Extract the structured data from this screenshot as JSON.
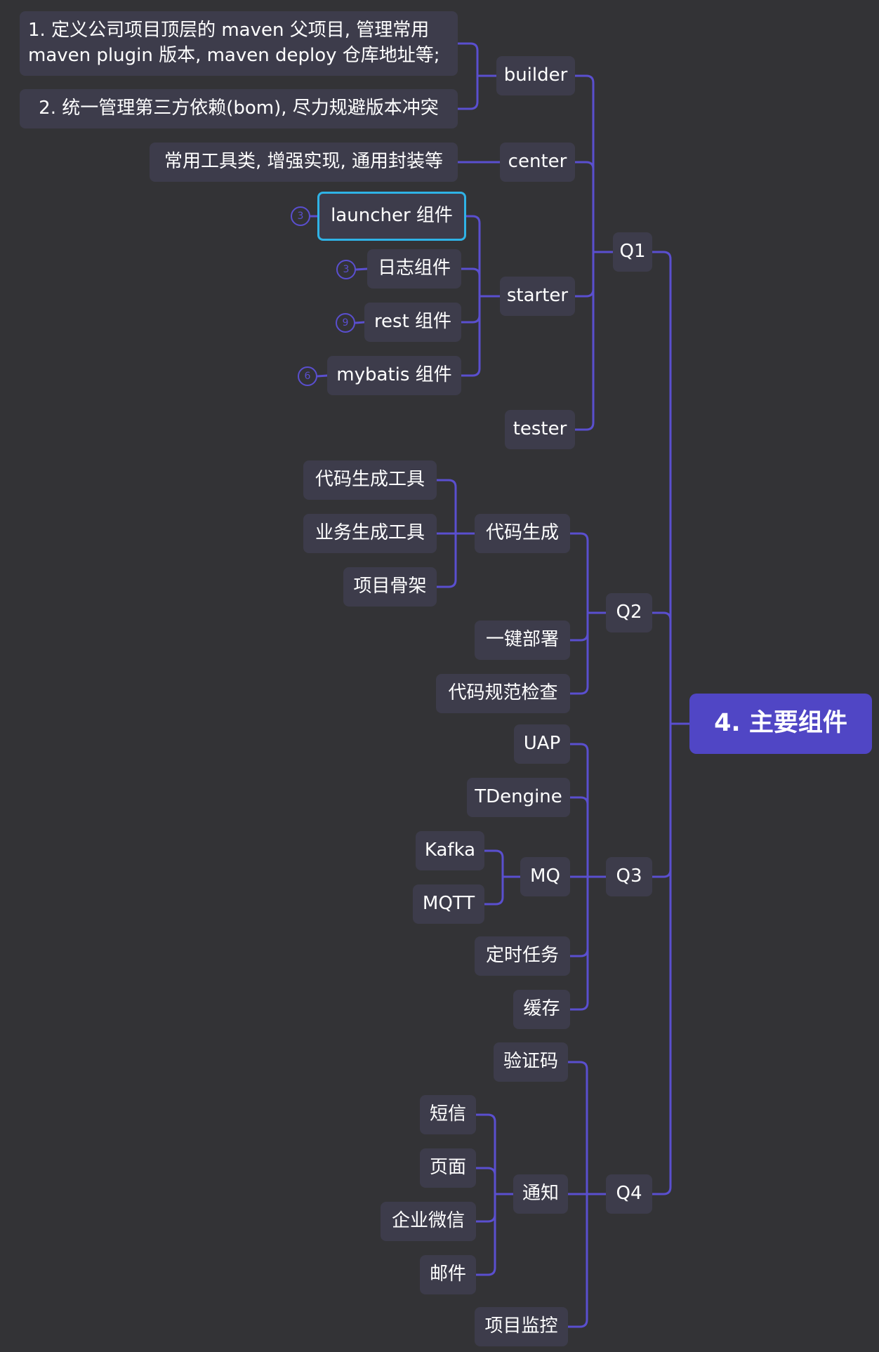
{
  "colors": {
    "background": "#333336",
    "node_fill": "#3d3c4b",
    "root_fill": "#5046c5",
    "connector": "#5a4fcf",
    "selection": "#2fb3e6",
    "text": "#ffffff"
  },
  "root": {
    "label": "4. 主要组件"
  },
  "quarters": [
    {
      "label": "Q1",
      "items": [
        {
          "label": "builder",
          "children": [
            {
              "label": "1. 定义公司项目顶层的 maven 父项目, 管理常用 maven plugin 版本, maven deploy 仓库地址等;"
            },
            {
              "label": "2. 统一管理第三方依赖(bom), 尽力规避版本冲突"
            }
          ]
        },
        {
          "label": "center",
          "children": [
            {
              "label": "常用工具类, 增强实现, 通用封装等"
            }
          ]
        },
        {
          "label": "starter",
          "children": [
            {
              "label": "launcher 组件",
              "count": "3",
              "selected": true
            },
            {
              "label": "日志组件",
              "count": "3"
            },
            {
              "label": "rest 组件",
              "count": "9"
            },
            {
              "label": "mybatis 组件",
              "count": "6"
            }
          ]
        },
        {
          "label": "tester"
        }
      ]
    },
    {
      "label": "Q2",
      "items": [
        {
          "label": "代码生成",
          "children": [
            {
              "label": "代码生成工具"
            },
            {
              "label": "业务生成工具"
            },
            {
              "label": "项目骨架"
            }
          ]
        },
        {
          "label": "一键部署"
        },
        {
          "label": "代码规范检查"
        }
      ]
    },
    {
      "label": "Q3",
      "items": [
        {
          "label": "UAP"
        },
        {
          "label": "TDengine"
        },
        {
          "label": "MQ",
          "children": [
            {
              "label": "Kafka"
            },
            {
              "label": "MQTT"
            }
          ]
        },
        {
          "label": "定时任务"
        },
        {
          "label": "缓存"
        }
      ]
    },
    {
      "label": "Q4",
      "items": [
        {
          "label": "验证码"
        },
        {
          "label": "通知",
          "children": [
            {
              "label": "短信"
            },
            {
              "label": "页面"
            },
            {
              "label": "企业微信"
            },
            {
              "label": "邮件"
            }
          ]
        },
        {
          "label": "项目监控"
        }
      ]
    }
  ]
}
